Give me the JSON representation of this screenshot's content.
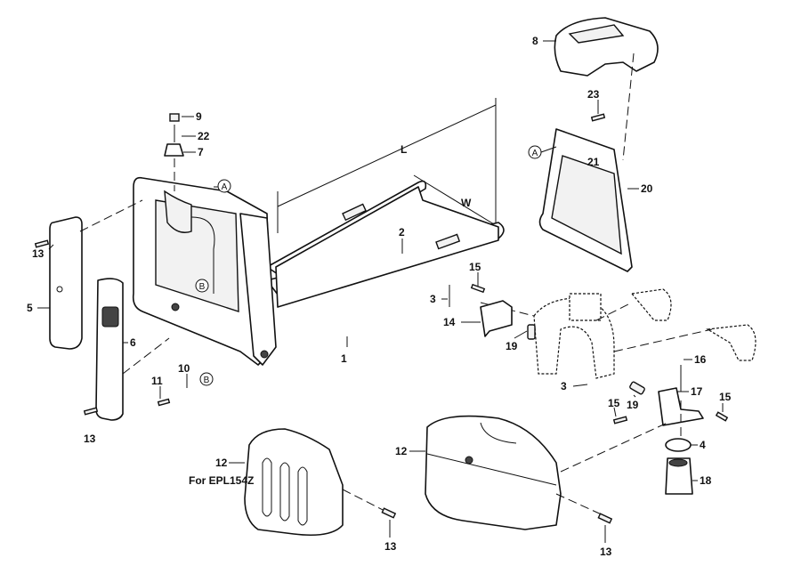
{
  "diagram": {
    "type": "exploded-parts-view",
    "dimension_labels": {
      "length": "L",
      "width": "W"
    },
    "reference_markers": [
      "A",
      "A",
      "B",
      "B"
    ],
    "callouts": [
      "8",
      "23",
      "21",
      "20",
      "9",
      "22",
      "7",
      "2",
      "13",
      "5",
      "6",
      "15",
      "3",
      "14",
      "19",
      "1",
      "10",
      "11",
      "16",
      "3",
      "17",
      "19",
      "15",
      "15",
      "4",
      "12",
      "12",
      "18",
      "13",
      "13",
      "13"
    ],
    "notes": {
      "variant": "For EPL154Z"
    }
  }
}
